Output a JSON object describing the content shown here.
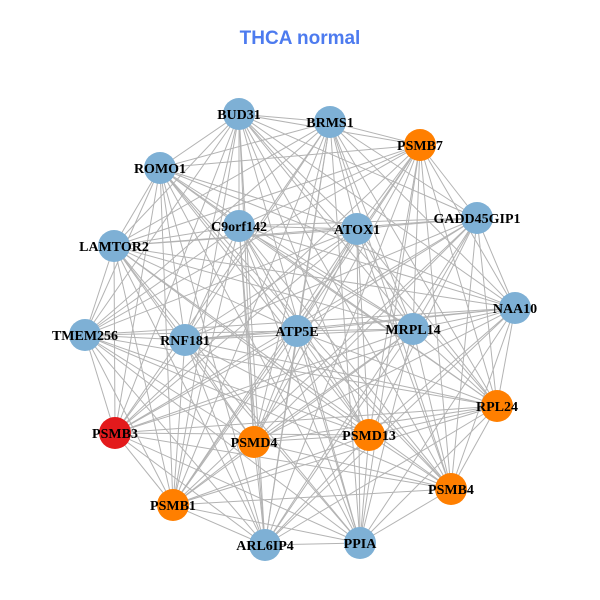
{
  "title": "THCA normal",
  "colors": {
    "title": "#4D7BEF",
    "edge": "#B3B3B3",
    "blue": "#7EB0D5",
    "orange": "#FF7F00",
    "red": "#E31A1C"
  },
  "nodes": [
    {
      "label": "BUD31",
      "group": "blue"
    },
    {
      "label": "BRMS1",
      "group": "blue"
    },
    {
      "label": "PSMB7",
      "group": "orange"
    },
    {
      "label": "ROMO1",
      "group": "blue"
    },
    {
      "label": "GADD45GIP1",
      "group": "blue"
    },
    {
      "label": "C9orf142",
      "group": "blue"
    },
    {
      "label": "ATOX1",
      "group": "blue"
    },
    {
      "label": "LAMTOR2",
      "group": "blue"
    },
    {
      "label": "NAA10",
      "group": "blue"
    },
    {
      "label": "TMEM256",
      "group": "blue"
    },
    {
      "label": "RNF181",
      "group": "blue"
    },
    {
      "label": "ATP5E",
      "group": "blue"
    },
    {
      "label": "MRPL14",
      "group": "blue"
    },
    {
      "label": "RPL24",
      "group": "orange"
    },
    {
      "label": "PSMB3",
      "group": "red"
    },
    {
      "label": "PSMD4",
      "group": "orange"
    },
    {
      "label": "PSMD13",
      "group": "orange"
    },
    {
      "label": "PSMB4",
      "group": "orange"
    },
    {
      "label": "PSMB1",
      "group": "orange"
    },
    {
      "label": "ARL6IP4",
      "group": "blue"
    },
    {
      "label": "PPIA",
      "group": "blue"
    }
  ]
}
